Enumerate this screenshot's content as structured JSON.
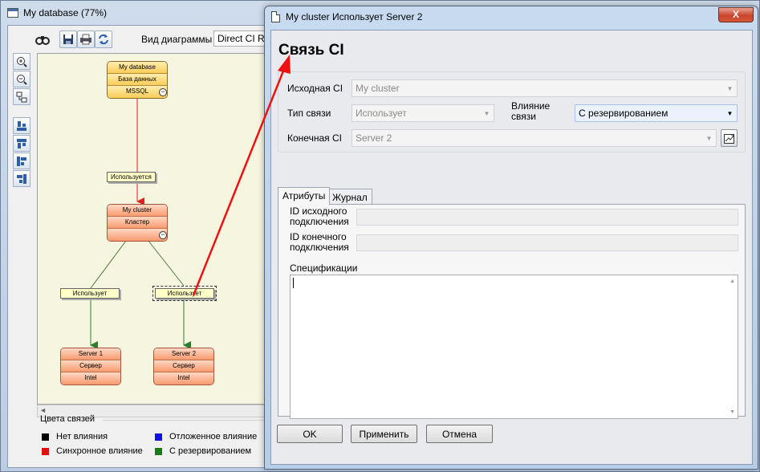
{
  "background_window": {
    "title": "My database (77%)",
    "diagram_type_label": "Вид диаграммы",
    "diagram_type_value": "Direct CI Rela"
  },
  "diagram": {
    "nodes": {
      "db": {
        "name": "My database",
        "type": "База данных",
        "detail": "MSSQL"
      },
      "cluster": {
        "name": "My cluster",
        "type": "Кластер",
        "detail": ""
      },
      "server1": {
        "name": "Server 1",
        "type": "Сервер",
        "detail": "Intel"
      },
      "server2": {
        "name": "Server 2",
        "type": "Сервер",
        "detail": "Intel"
      }
    },
    "edges": {
      "db_cluster": "Используется",
      "cluster_server1": "Использует",
      "cluster_server2": "Использует"
    },
    "colors": {
      "sync_edge": "#e02020",
      "reserved_edge": "#2e7d2e",
      "plain_edge": "#4d7a3a"
    }
  },
  "legend": {
    "title": "Цвета связей",
    "items": [
      {
        "label": "Нет влияния",
        "color": "#000000"
      },
      {
        "label": "Синхронное влияние",
        "color": "#e01010"
      },
      {
        "label": "Отложенное влияние",
        "color": "#1010e0"
      },
      {
        "label": "С резервированием",
        "color": "#1a7a1a"
      }
    ]
  },
  "dialog": {
    "title": "My cluster Использует Server 2",
    "close_symbol": "X",
    "heading": "Связь CI",
    "fields": {
      "source_ci_label": "Исходная CI",
      "source_ci_value": "My cluster",
      "relation_type_label": "Тип связи",
      "relation_type_value": "Использует",
      "impact_label_line1": "Влияние",
      "impact_label_line2": "связи",
      "impact_value": "С резервированием",
      "target_ci_label": "Конечная CI",
      "target_ci_value": "Server 2"
    },
    "tabs": [
      "Атрибуты",
      "Журнал"
    ],
    "attributes": {
      "source_conn_id_line1": "ID исходного",
      "source_conn_id_line2": "подключения",
      "target_conn_id_line1": "ID конечного",
      "target_conn_id_line2": "подключения",
      "specs_label": "Спецификации",
      "specs_value": ""
    },
    "buttons": {
      "ok": "OK",
      "apply": "Применить",
      "cancel": "Отмена"
    }
  }
}
